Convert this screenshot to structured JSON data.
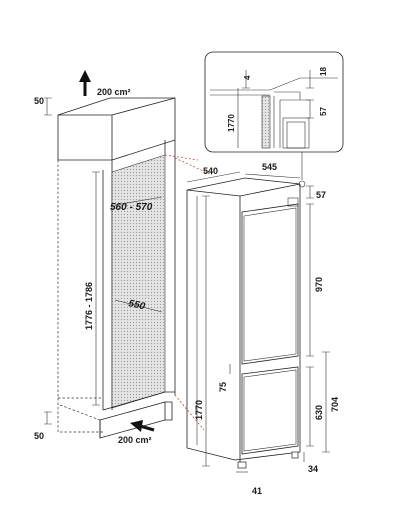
{
  "labels": {
    "vent_top_area": "200 cm²",
    "vent_bottom_area": "200 cm²",
    "gap_top": "50",
    "gap_bottom": "50",
    "niche_height": "1776 - 1786",
    "niche_width": "560 - 570",
    "niche_depth": "550",
    "depth_540": "540",
    "depth_545": "545",
    "door_gap_57": "57",
    "upper_door": "970",
    "mid_gap": "75",
    "lower_door": "704",
    "lower_inner": "630",
    "total_height": "1770",
    "bottom_34": "34",
    "bottom_41": "41",
    "detail_4": "4",
    "detail_18": "18",
    "detail_57": "57",
    "detail_1770": "1770"
  },
  "colors": {
    "line": "#222222",
    "red_dash": "#c0392b",
    "niche_fill": "#d9d9d9",
    "fridge_fill": "#ffffff"
  }
}
